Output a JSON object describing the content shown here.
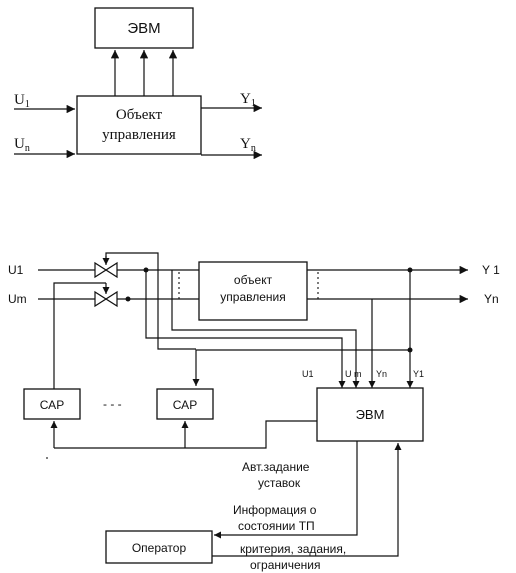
{
  "top_diagram": {
    "computer_label": "ЭВМ",
    "object_label_line1": "Объект",
    "object_label_line2": "управления",
    "input_first": {
      "base": "U",
      "sub": "1"
    },
    "input_last": {
      "base": "U",
      "sub": "n"
    },
    "output_first": {
      "base": "Y",
      "sub": "1"
    },
    "output_last": {
      "base": "Y",
      "sub": "n"
    }
  },
  "bottom_diagram": {
    "input_u1": "U1",
    "input_um": "Um",
    "output_y1": "Y 1",
    "output_yn": "Yn",
    "object_label_line1": "объект",
    "object_label_line2": "управления",
    "controller_left": "САР",
    "controller_right": "САР",
    "ellipsis": "- - -",
    "computer_label": "ЭВМ",
    "computer_inputs": [
      "U1",
      "U m",
      "Yn",
      "Y1"
    ],
    "auto_setpoints_line1": "Авт.задание",
    "auto_setpoints_line2": "уставок",
    "process_info_line1": "Информация о",
    "process_info_line2": "состоянии ТП",
    "operator_label": "Оператор",
    "criteria_line1": "критерия, задания,",
    "criteria_line2": "ограничения"
  }
}
